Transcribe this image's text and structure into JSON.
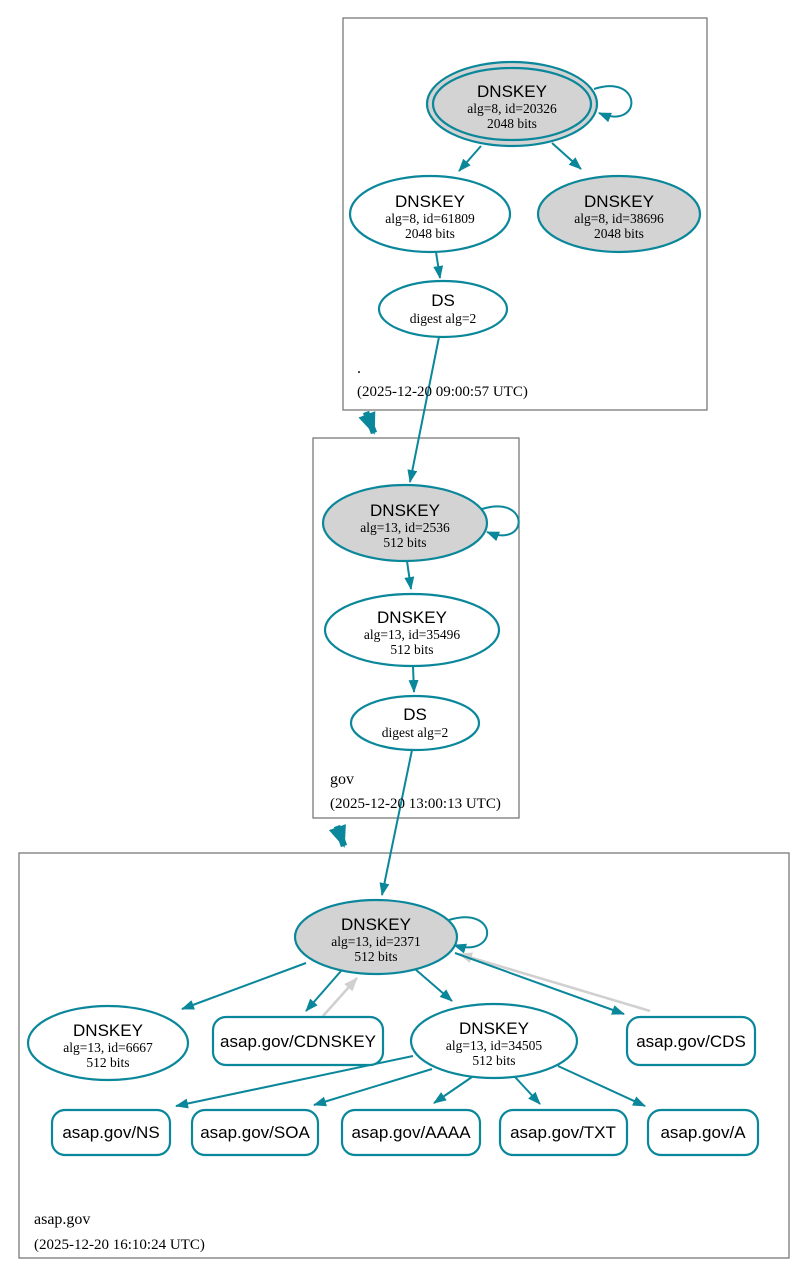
{
  "colors": {
    "teal": "#0a879a",
    "gray_fill": "#d3d3d3",
    "edge_gray": "#d0d0d0",
    "box_border": "#6e6e6e"
  },
  "zones": {
    "root": {
      "label": ".",
      "timestamp": "(2025-12-20 09:00:57 UTC)"
    },
    "gov": {
      "label": "gov",
      "timestamp": "(2025-12-20 13:00:13 UTC)"
    },
    "asap_gov": {
      "label": "asap.gov",
      "timestamp": "(2025-12-20 16:10:24 UTC)"
    }
  },
  "nodes": {
    "root_ksk": {
      "title": "DNSKEY",
      "detail1": "alg=8, id=20326",
      "detail2": "2048 bits"
    },
    "root_zsk": {
      "title": "DNSKEY",
      "detail1": "alg=8, id=61809",
      "detail2": "2048 bits"
    },
    "root_key_38696": {
      "title": "DNSKEY",
      "detail1": "alg=8, id=38696",
      "detail2": "2048 bits"
    },
    "root_ds": {
      "title": "DS",
      "detail1": "digest alg=2"
    },
    "gov_ksk": {
      "title": "DNSKEY",
      "detail1": "alg=13, id=2536",
      "detail2": "512 bits"
    },
    "gov_zsk": {
      "title": "DNSKEY",
      "detail1": "alg=13, id=35496",
      "detail2": "512 bits"
    },
    "gov_ds": {
      "title": "DS",
      "detail1": "digest alg=2"
    },
    "asap_ksk": {
      "title": "DNSKEY",
      "detail1": "alg=13, id=2371",
      "detail2": "512 bits"
    },
    "asap_key_6667": {
      "title": "DNSKEY",
      "detail1": "alg=13, id=6667",
      "detail2": "512 bits"
    },
    "asap_zsk": {
      "title": "DNSKEY",
      "detail1": "alg=13, id=34505",
      "detail2": "512 bits"
    },
    "asap_cdnskey": {
      "label": "asap.gov/CDNSKEY"
    },
    "asap_cds": {
      "label": "asap.gov/CDS"
    },
    "asap_ns": {
      "label": "asap.gov/NS"
    },
    "asap_soa": {
      "label": "asap.gov/SOA"
    },
    "asap_aaaa": {
      "label": "asap.gov/AAAA"
    },
    "asap_txt": {
      "label": "asap.gov/TXT"
    },
    "asap_a": {
      "label": "asap.gov/A"
    }
  }
}
